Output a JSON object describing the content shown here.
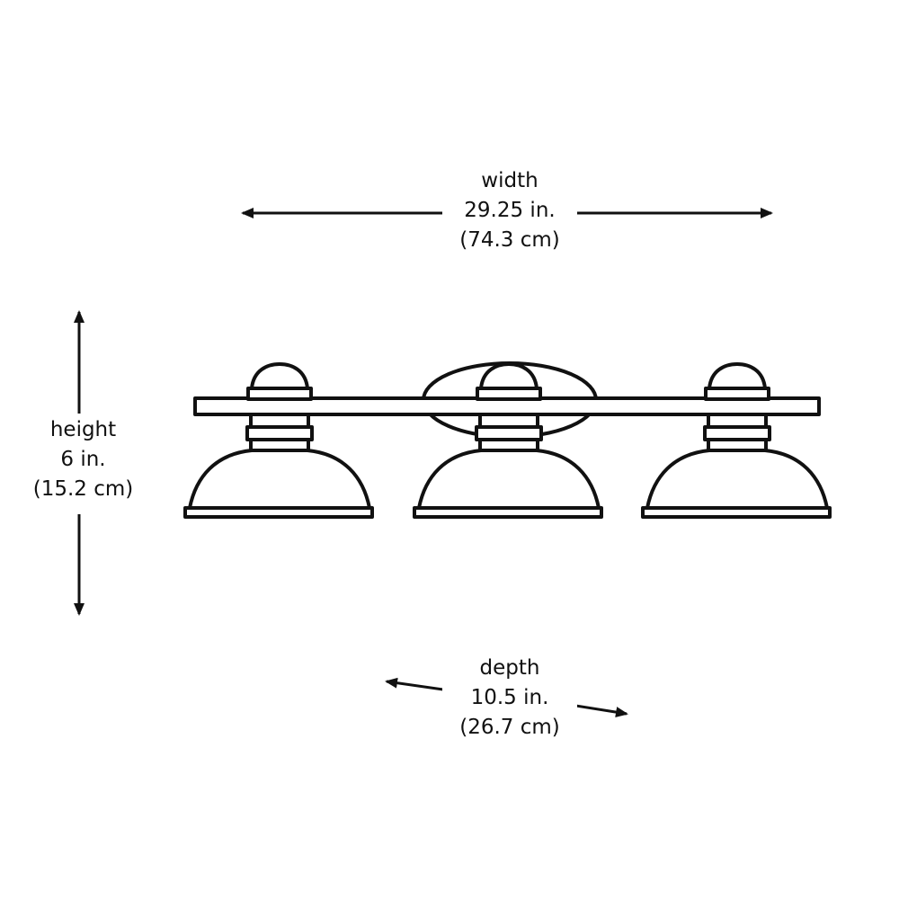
{
  "dimensions": {
    "width": {
      "title": "width",
      "imperial": "29.25 in.",
      "metric": "(74.3 cm)"
    },
    "height": {
      "title": "height",
      "imperial": "6 in.",
      "metric": "(15.2 cm)"
    },
    "depth": {
      "title": "depth",
      "imperial": "10.5 in.",
      "metric": "(26.7 cm)"
    }
  },
  "colors": {
    "line": "#111111",
    "background": "#ffffff"
  }
}
